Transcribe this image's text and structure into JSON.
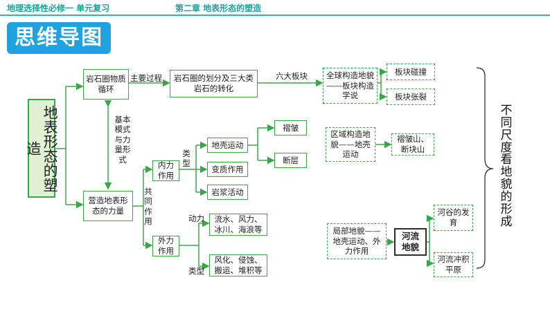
{
  "header": {
    "left": "地理选择性必修一 单元复习",
    "middle": "第二章 地表形态的塑造"
  },
  "badge": "思维导图",
  "root": "地表形态的塑造",
  "nodes": {
    "rock_cycle": "岩石圈物质循环",
    "lithosphere": "岩石圈的划分及三大类岩石的转化",
    "plate_theory": "全球构造地貌——板块构造学说",
    "plate_collide": "板块碰撞",
    "plate_split": "板块张裂",
    "regional": "区域构造地貌——地壳运动",
    "fold_fault_mtn": "褶皱山、断块山",
    "forces": "营造地表形态的力量",
    "internal": "内力作用",
    "crust_move": "地壳运动",
    "fold": "褶皱",
    "fault": "断层",
    "metamorph": "变质作用",
    "magma": "岩浆活动",
    "external": "外力作用",
    "ext_power": "流水、风力、冰川、海浪等",
    "ext_types": "风化、侵蚀、搬运、堆积等",
    "local": "局部地貌——地壳运动、外力作用",
    "river": "河流地貌",
    "valley": "河谷的发育",
    "plain": "河流冲积平原"
  },
  "labels": {
    "main_process": "主要过程",
    "six_plates": "六大板块",
    "basic_mode": "基本模式与力量形式",
    "joint": "共同作用",
    "type1": "类型",
    "power": "动力",
    "type2": "类型"
  },
  "right_text": "不同尺度看地貌的形成",
  "colors": {
    "accent": "#1fa3e0",
    "line": "#3aa64a",
    "header": "#1ba39a"
  }
}
